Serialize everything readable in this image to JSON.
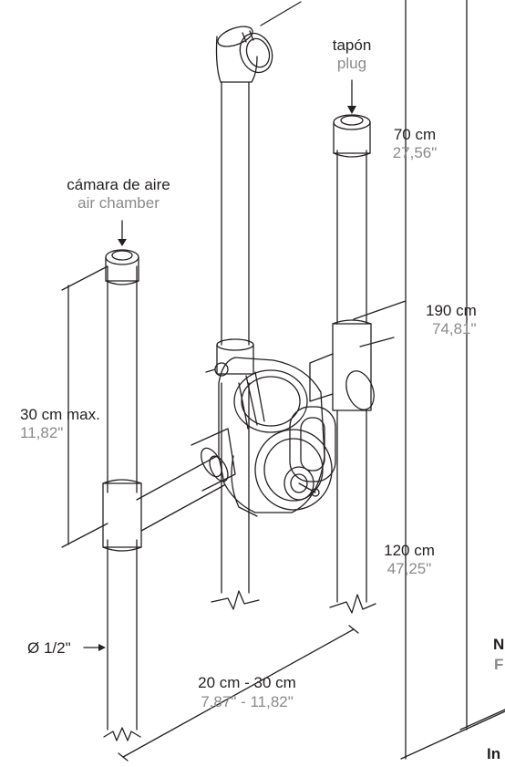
{
  "colors": {
    "primary_text": "#231f20",
    "secondary_text": "#8a8a8a",
    "line": "#231f20"
  },
  "labels": {
    "plug": {
      "es": "tapón",
      "en": "plug"
    },
    "air_chamber": {
      "es": "cámara de aire",
      "en": "air chamber"
    },
    "dim_70": {
      "metric": "70 cm",
      "imperial": "27,56\""
    },
    "dim_190": {
      "metric": "190 cm",
      "imperial": "74,81\""
    },
    "dim_30": {
      "metric": "30 cm max.",
      "imperial": "11,82\""
    },
    "dim_120": {
      "metric": "120 cm",
      "imperial": "47,25\""
    },
    "dim_spacing": {
      "metric": "20 cm - 30 cm",
      "imperial": "7,87\" - 11,82\""
    },
    "pipe_diameter": "Ø 1/2\"",
    "cut_n": "N",
    "cut_f": "F",
    "cut_in": "In"
  }
}
